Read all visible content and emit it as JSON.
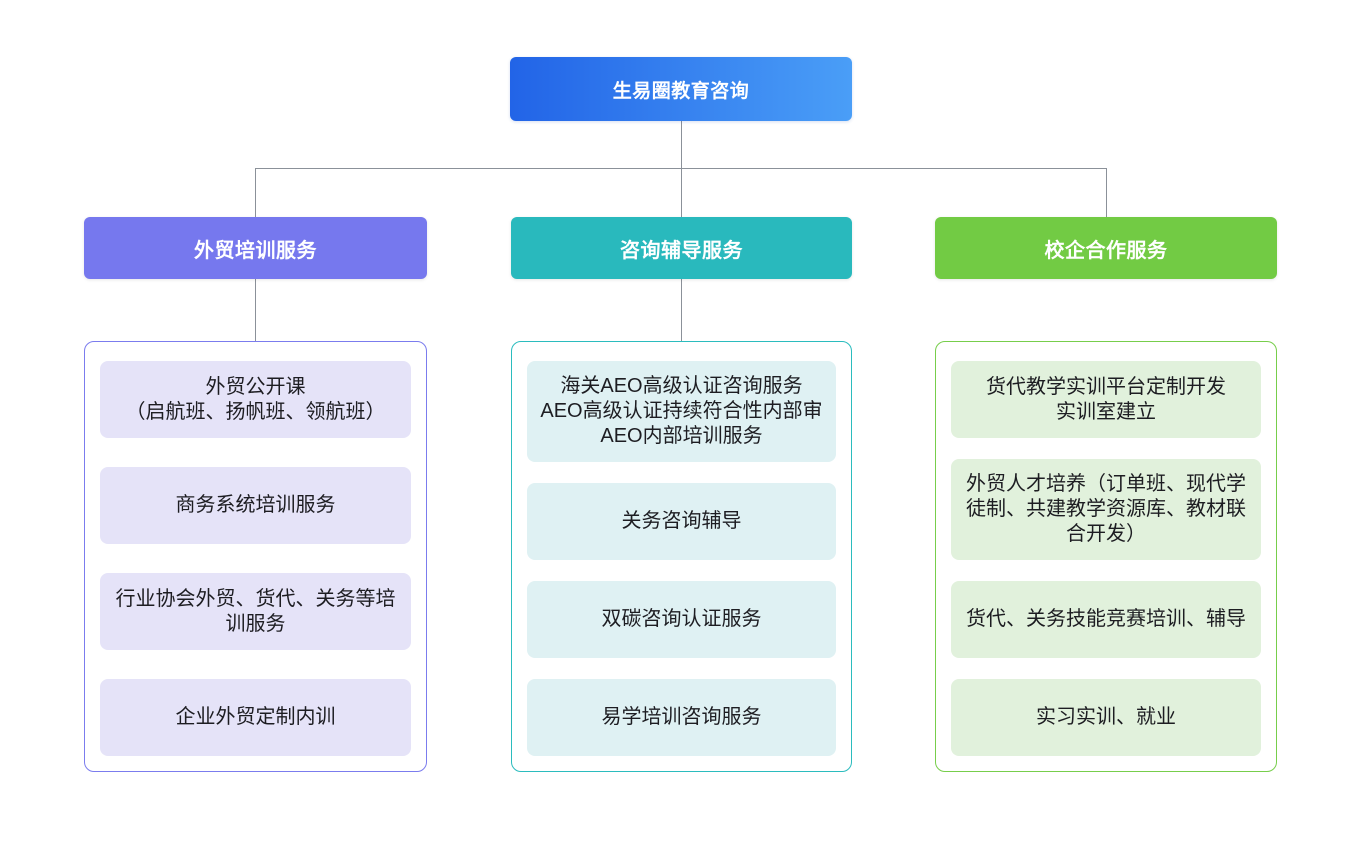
{
  "diagram": {
    "root": {
      "label": "生易圈教育咨询"
    },
    "branches": [
      {
        "label": "外贸培训服务",
        "items": [
          "外贸公开课\n（启航班、扬帆班、领航班）",
          "商务系统培训服务",
          "行业协会外贸、货代、关务等培训服务",
          "企业外贸定制内训"
        ]
      },
      {
        "label": "咨询辅导服务",
        "items": [
          "海关AEO高级认证咨询服务\nAEO高级认证持续符合性内部审\nAEO内部培训服务",
          "关务咨询辅导",
          "双碳咨询认证服务",
          "易学培训咨询服务"
        ]
      },
      {
        "label": "校企合作服务",
        "items": [
          "货代教学实训平台定制开发\n实训室建立",
          "外贸人才培养（订单班、现代学徒制、共建教学资源库、教材联合开发）",
          "货代、关务技能竞赛培训、辅导",
          "实习实训、就业"
        ]
      }
    ],
    "colors": {
      "root_gradient_start": "#2264e7",
      "root_gradient_end": "#4a9ef7",
      "branch_1_header": "#7678ee",
      "branch_2_header": "#29b9bd",
      "branch_3_header": "#72cb44",
      "branch_1_item_bg": "#e5e3f8",
      "branch_2_item_bg": "#dff1f3",
      "branch_3_item_bg": "#e1f1dc",
      "branch_1_border": "#7b7cee",
      "branch_2_border": "#2bbcbe",
      "branch_3_border": "#77ce4b",
      "connector": "#8b9199"
    }
  }
}
